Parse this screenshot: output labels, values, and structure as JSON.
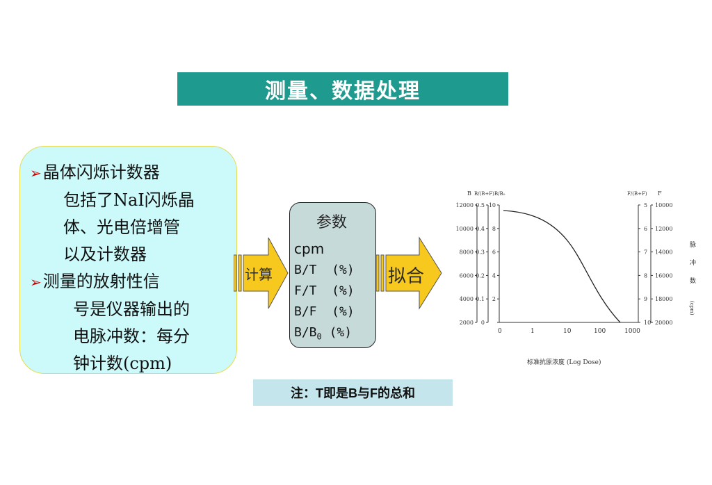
{
  "title": "测量、数据处理",
  "left_box": {
    "bullet": "➢",
    "item1_lines": [
      "晶体闪烁计数器",
      "包括了NaI闪烁晶",
      "体、光电倍增管",
      "以及计数器"
    ],
    "item2_lines": [
      "测量的放射性信",
      "号是仪器输出的",
      "电脉冲数：每分",
      "钟计数(cpm)"
    ]
  },
  "arrow1_label": "计算",
  "arrow2_label": "拟合",
  "params": {
    "title": "参数",
    "cpm": "cpm",
    "bt": "B/T  (%)",
    "ft": "F/T  (%)",
    "bf": "B/F  (%)",
    "bb0_prefix": "B/B",
    "bb0_sub": "0",
    "bb0_suffix": "(%)"
  },
  "graph": {
    "headers": {
      "b": "B",
      "b_bf": "B/(B+F)",
      "b_b0": "B/B₀",
      "f_bf": "F/(B+F)",
      "f": "F"
    },
    "axis_b": [
      "12000",
      "10000",
      "8000",
      "6000",
      "4000",
      "2000"
    ],
    "axis_bbf": [
      "0.5",
      "0.4",
      "0.3",
      "0.2",
      "0.1",
      "0"
    ],
    "axis_bb0": [
      "10",
      "8",
      "6",
      "4",
      "2"
    ],
    "axis_fbf": [
      "5",
      "6",
      "7",
      "8",
      "9",
      "10"
    ],
    "axis_f": [
      "10000",
      "12000",
      "14000",
      "16000",
      "18000",
      "20000"
    ],
    "x_ticks": [
      "0",
      "1",
      "10",
      "100",
      "1000"
    ],
    "x_label": "标准抗原浓度 (Log Dose)",
    "right_label": [
      "脉",
      "冲",
      "数",
      "(cpm)"
    ]
  },
  "note": "注：T即是B与F的总和"
}
